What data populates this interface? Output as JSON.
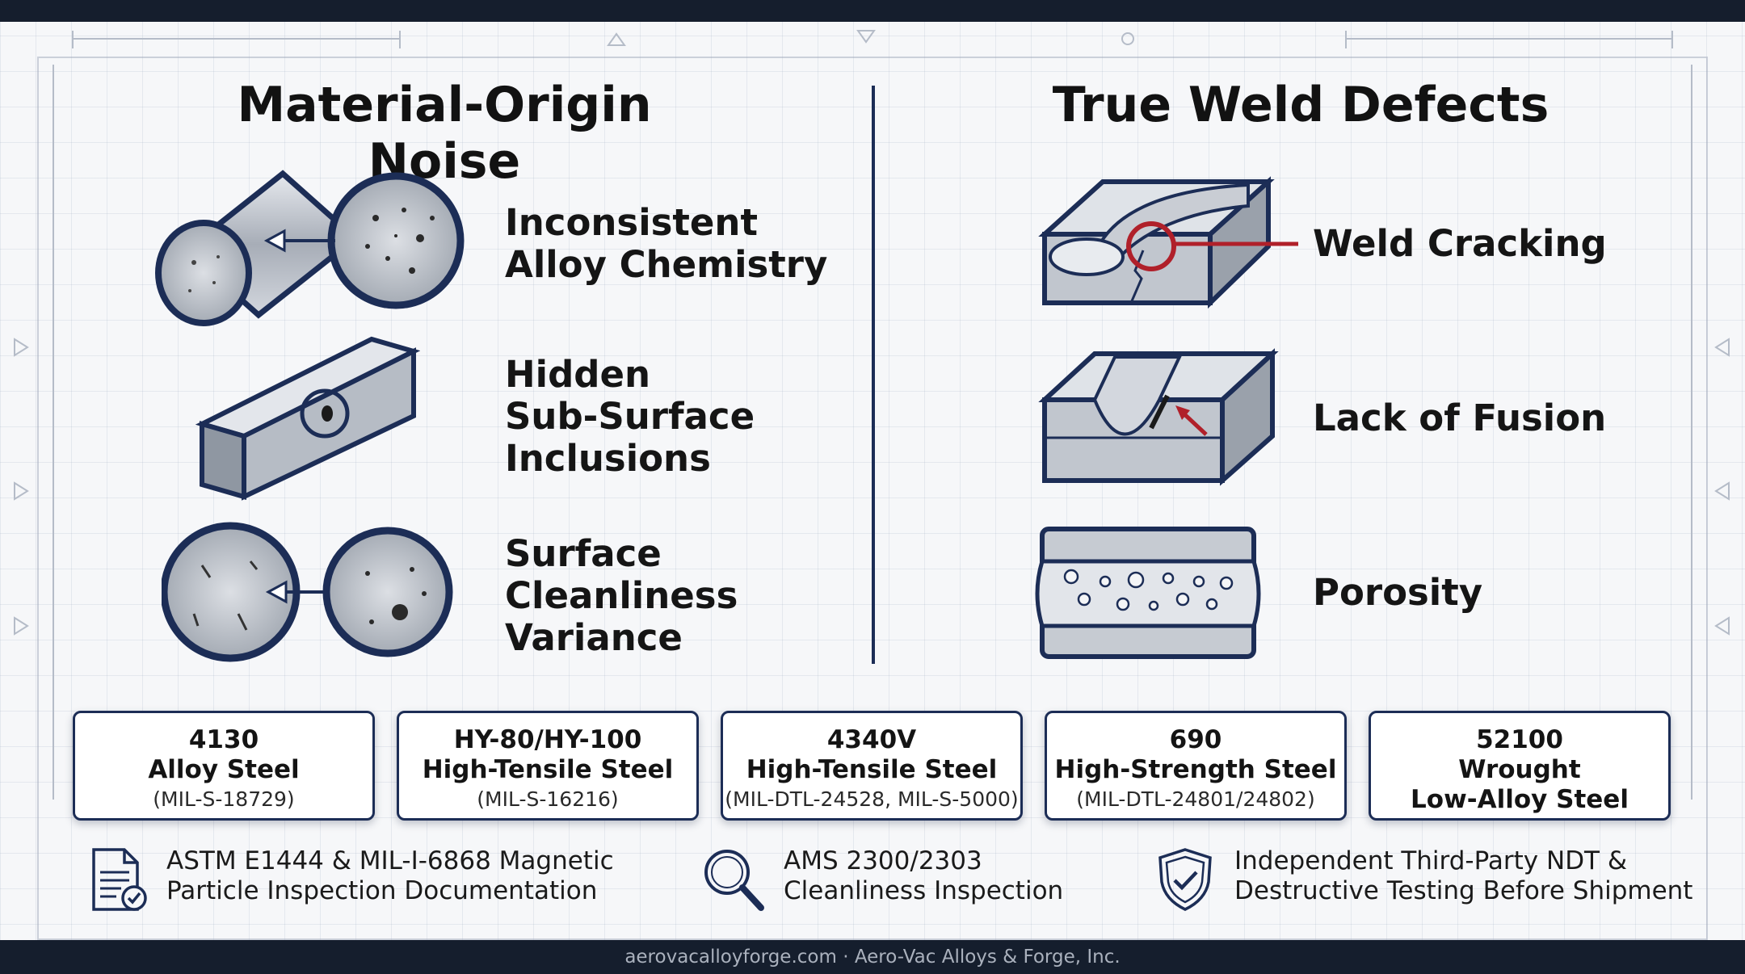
{
  "left_panel": {
    "title": "Material-Origin Noise",
    "items": [
      {
        "label": "Inconsistent\nAlloy Chemistry",
        "icon": "round-bar-cross-section-icon"
      },
      {
        "label": "Hidden\nSub-Surface\nInclusions",
        "icon": "square-bar-inclusion-icon"
      },
      {
        "label": "Surface\nCleanliness\nVariance",
        "icon": "surface-magnifier-icon"
      }
    ]
  },
  "right_panel": {
    "title": "True Weld Defects",
    "items": [
      {
        "label": "Weld Cracking",
        "icon": "weld-crack-icon"
      },
      {
        "label": "Lack of Fusion",
        "icon": "lack-of-fusion-icon"
      },
      {
        "label": "Porosity",
        "icon": "porosity-icon"
      }
    ]
  },
  "alloy_cards": [
    {
      "line1": "4130",
      "line2": "Alloy Steel",
      "line3": "(MIL-S-18729)"
    },
    {
      "line1": "HY-80/HY-100",
      "line2": "High-Tensile Steel",
      "line3": "(MIL-S-16216)"
    },
    {
      "line1": "4340V",
      "line2": "High-Tensile Steel",
      "line3": "(MIL-DTL-24528, MIL-S-5000)"
    },
    {
      "line1": "690",
      "line2": "High-Strength Steel",
      "line3": "(MIL-DTL-24801/24802)"
    },
    {
      "line1": "52100",
      "line2": "Wrought",
      "line3": "Low-Alloy Steel"
    }
  ],
  "features": [
    {
      "text": "ASTM E1444 & MIL-I-6868 Magnetic\nParticle Inspection Documentation",
      "icon": "document-check-icon"
    },
    {
      "text": "AMS 2300/2303\nCleanliness Inspection",
      "icon": "magnifier-icon"
    },
    {
      "text": "Independent Third-Party NDT &\nDestructive Testing Before Shipment",
      "icon": "shield-check-icon"
    }
  ],
  "footer": "aerovacalloyforge.com · Aero-Vac Alloys & Forge, Inc.",
  "colors": {
    "navy": "#1c2d56",
    "accent_red": "#b0202a",
    "steel": "#b9bfc8"
  }
}
